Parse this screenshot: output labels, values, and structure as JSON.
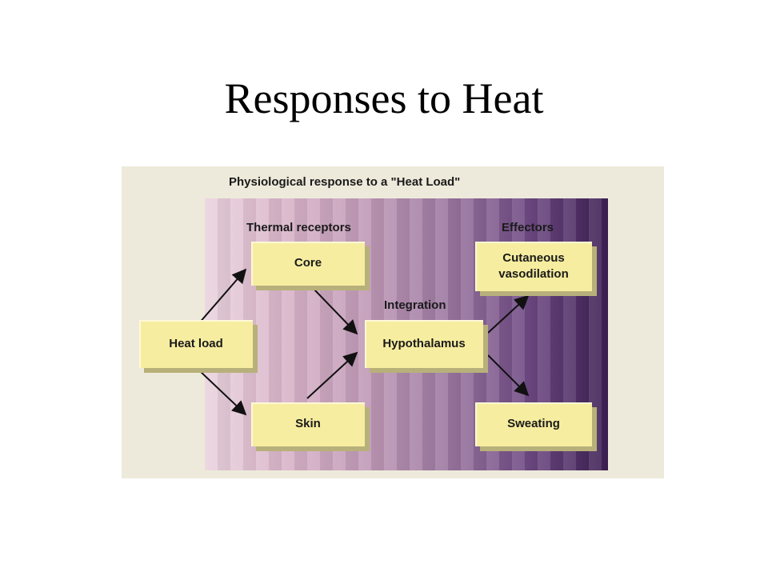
{
  "slide": {
    "title": "Responses to Heat"
  },
  "diagram": {
    "title": "Physiological response to a \"Heat Load\"",
    "stage_labels": {
      "receptors": "Thermal receptors",
      "integration": "Integration",
      "effectors": "Effectors"
    },
    "nodes": {
      "heat_load": "Heat load",
      "core": "Core",
      "skin": "Skin",
      "hypothalamus": "Hypothalamus",
      "vasodilation": "Cutaneous\nvasodilation",
      "sweating": "Sweating"
    },
    "edges": [
      [
        "Heat load",
        "Core"
      ],
      [
        "Heat load",
        "Skin"
      ],
      [
        "Core",
        "Hypothalamus"
      ],
      [
        "Skin",
        "Hypothalamus"
      ],
      [
        "Hypothalamus",
        "Cutaneous vasodilation"
      ],
      [
        "Hypothalamus",
        "Sweating"
      ]
    ],
    "colors": {
      "box_fill": "#f6eda0",
      "gradient_light": "#ead3de",
      "gradient_dark": "#3d2054",
      "panel_bg": "#eeeadb"
    }
  }
}
